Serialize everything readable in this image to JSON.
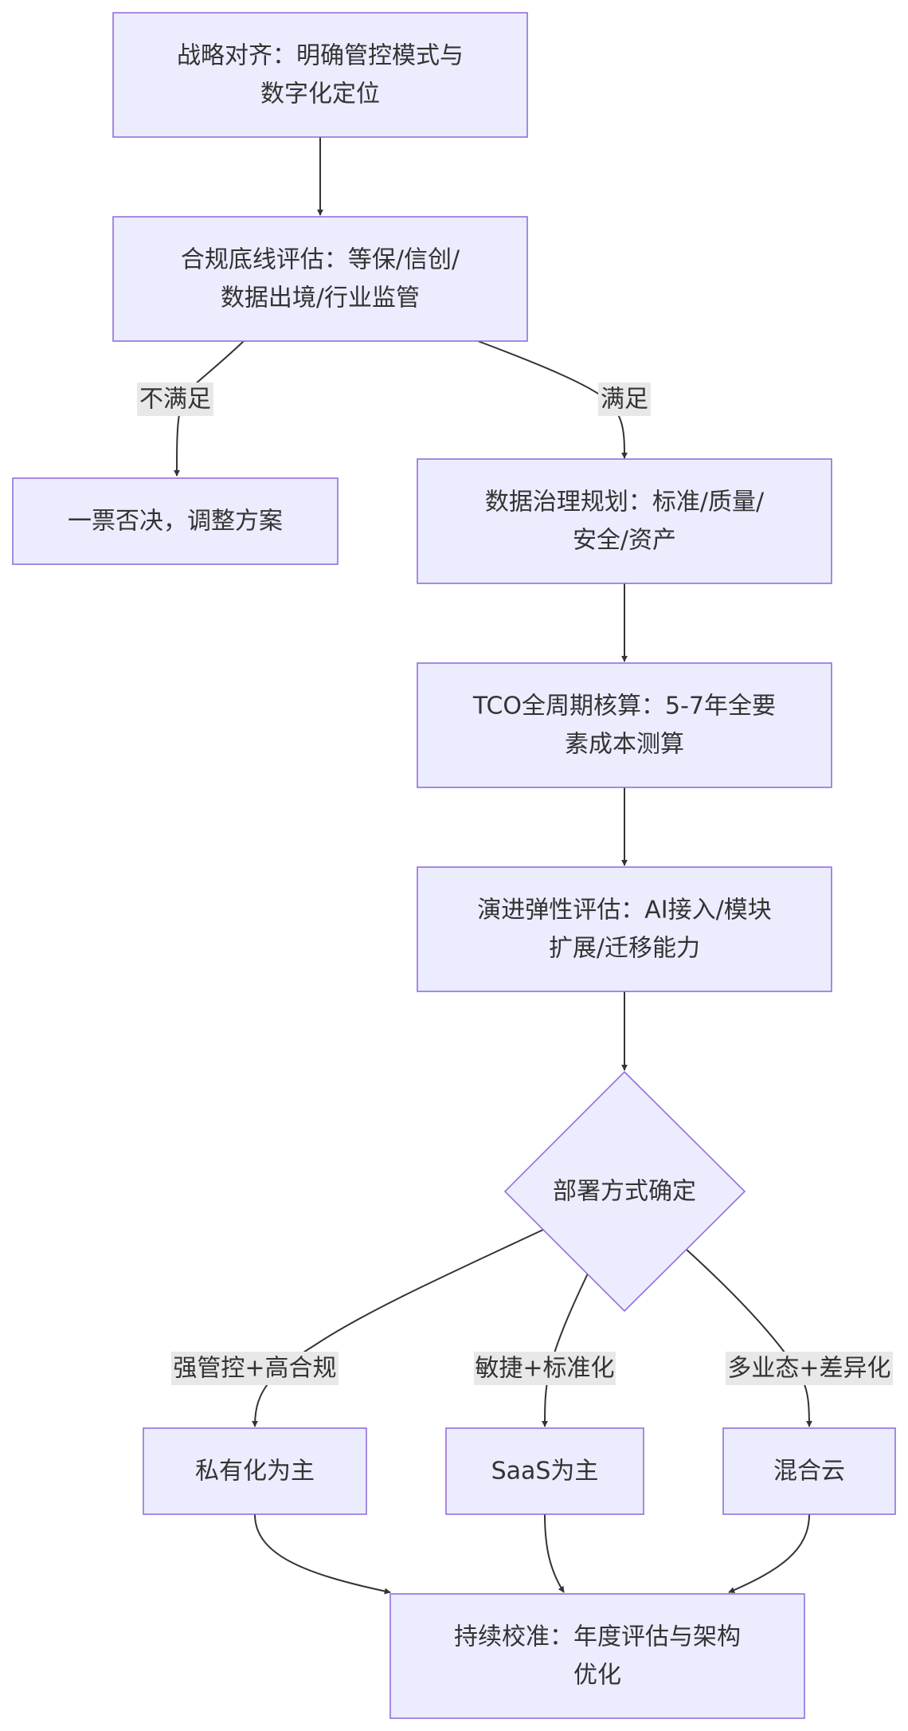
{
  "colors": {
    "node_fill": "#ECECFF",
    "node_stroke": "#9370DB",
    "edge": "#333333",
    "edge_label_bg": "#E8E8E8",
    "text": "#333333"
  },
  "nodes": {
    "strategy": {
      "line1": "战略对齐：明确管控模式与",
      "line2": "数字化定位"
    },
    "compliance": {
      "line1": "合规底线评估：等保/信创/",
      "line2": "数据出境/行业监管"
    },
    "veto": {
      "line1": "一票否决，调整方案"
    },
    "governance": {
      "line1": "数据治理规划：标准/质量/",
      "line2": "安全/资产"
    },
    "tco": {
      "line1": "TCO全周期核算：5-7年全要",
      "line2": "素成本测算"
    },
    "evolution": {
      "line1": "演进弹性评估：AI接入/模块",
      "line2": "扩展/迁移能力"
    },
    "deployment": {
      "line1": "部署方式确定"
    },
    "private": {
      "line1": "私有化为主"
    },
    "saas": {
      "line1": "SaaS为主"
    },
    "hybrid": {
      "line1": "混合云"
    },
    "calibration": {
      "line1": "持续校准：年度评估与架构",
      "line2": "优化"
    }
  },
  "edge_labels": {
    "not_met": "不满足",
    "met": "满足",
    "strong_control": "强管控+高合规",
    "agile": "敏捷+标准化",
    "multi_business": "多业态+差异化"
  }
}
